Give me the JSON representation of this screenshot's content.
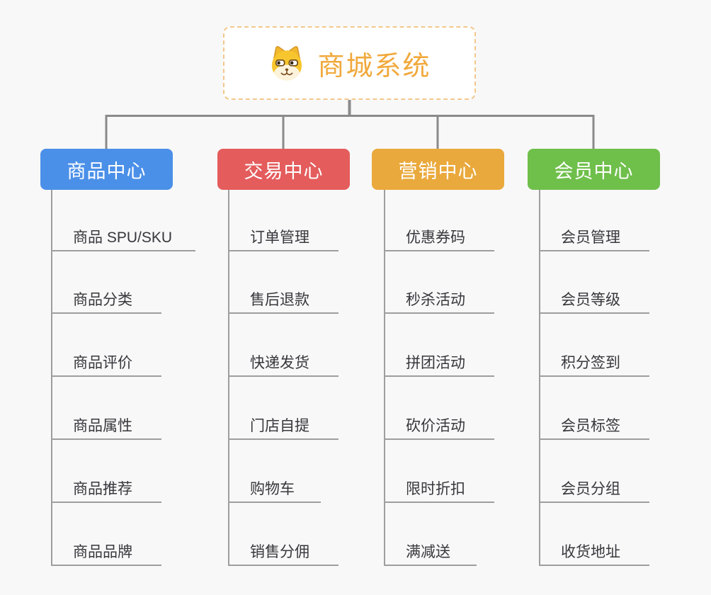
{
  "canvas": {
    "background": "#f8f8f8",
    "connector_color": "#8a8a8a",
    "branch_line_color": "#9e9e9e"
  },
  "root": {
    "title": "商城系统",
    "icon": "shiba-dog-icon",
    "text_color": "#f1a93c",
    "border_color": "#f3c88c"
  },
  "branches": [
    {
      "label": "商品中心",
      "color": "#4b90e8",
      "items": [
        "商品 SPU/SKU",
        "商品分类",
        "商品评价",
        "商品属性",
        "商品推荐",
        "商品品牌"
      ]
    },
    {
      "label": "交易中心",
      "color": "#e45c5c",
      "items": [
        "订单管理",
        "售后退款",
        "快递发货",
        "门店自提",
        "购物车",
        "销售分佣"
      ]
    },
    {
      "label": "营销中心",
      "color": "#eaa93c",
      "items": [
        "优惠券码",
        "秒杀活动",
        "拼团活动",
        "砍价活动",
        "限时折扣",
        "满减送"
      ]
    },
    {
      "label": "会员中心",
      "color": "#6fbf4b",
      "items": [
        "会员管理",
        "会员等级",
        "积分签到",
        "会员标签",
        "会员分组",
        "收货地址"
      ]
    }
  ]
}
